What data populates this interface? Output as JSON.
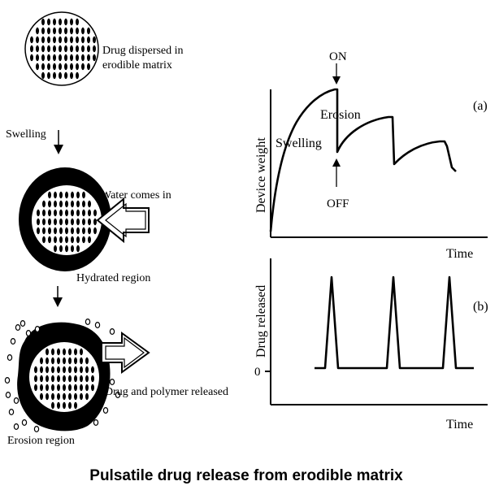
{
  "caption": "Pulsatile drug release from erodible  matrix",
  "left_panel": {
    "stage1_label": "Drug dispersed in\nerodible matrix",
    "arrow1_label": "Swelling",
    "stage2_inflow_label": "Water comes in",
    "stage2_region_label": "Hydrated region",
    "stage3_release_label": "Drug and polymer released",
    "stage3_region_label": "Erosion region"
  },
  "chart_a": {
    "panel_label": "(a)",
    "ylabel": "Device weight",
    "xlabel": "Time",
    "annotations": {
      "on": "ON",
      "off": "OFF",
      "swelling": "Swelling",
      "erosion": "Erosion"
    }
  },
  "chart_b": {
    "panel_label": "(b)",
    "ylabel": "Drug released",
    "xlabel": "Time",
    "zero_tick": "0"
  },
  "colors": {
    "ink": "#000000",
    "background": "#ffffff"
  }
}
